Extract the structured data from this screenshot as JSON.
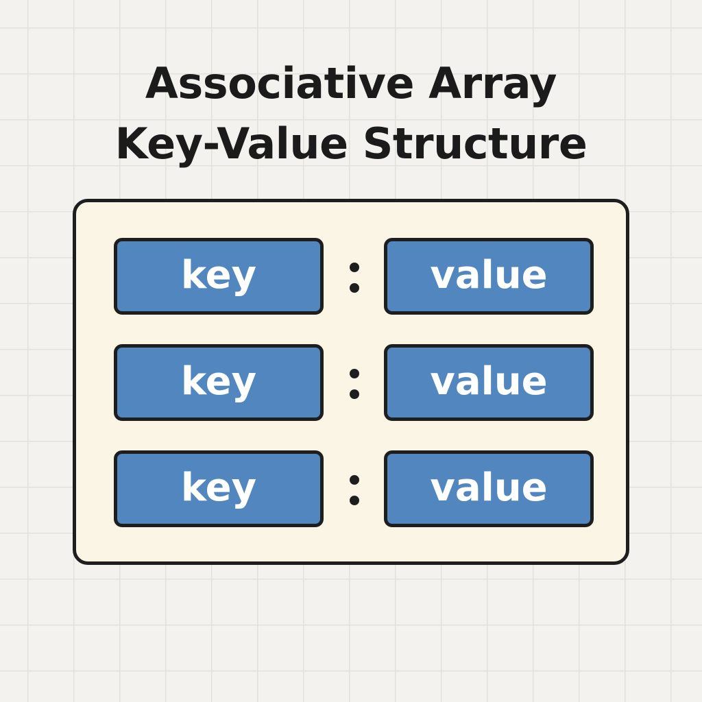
{
  "title": {
    "line1": "Associative Array",
    "line2": "Key-Value Structure"
  },
  "pairs": [
    {
      "key": "key",
      "value": "value"
    },
    {
      "key": "key",
      "value": "value"
    },
    {
      "key": "key",
      "value": "value"
    }
  ],
  "colors": {
    "background": "#f3f2ee",
    "grid": "#e2e1dc",
    "panel_fill": "#fbf5e6",
    "box_fill": "#5286bf",
    "outline": "#1e1e1e",
    "box_text": "#ffffff",
    "title_text": "#1b1b1b"
  },
  "icons": {
    "separator": "colon-icon"
  }
}
